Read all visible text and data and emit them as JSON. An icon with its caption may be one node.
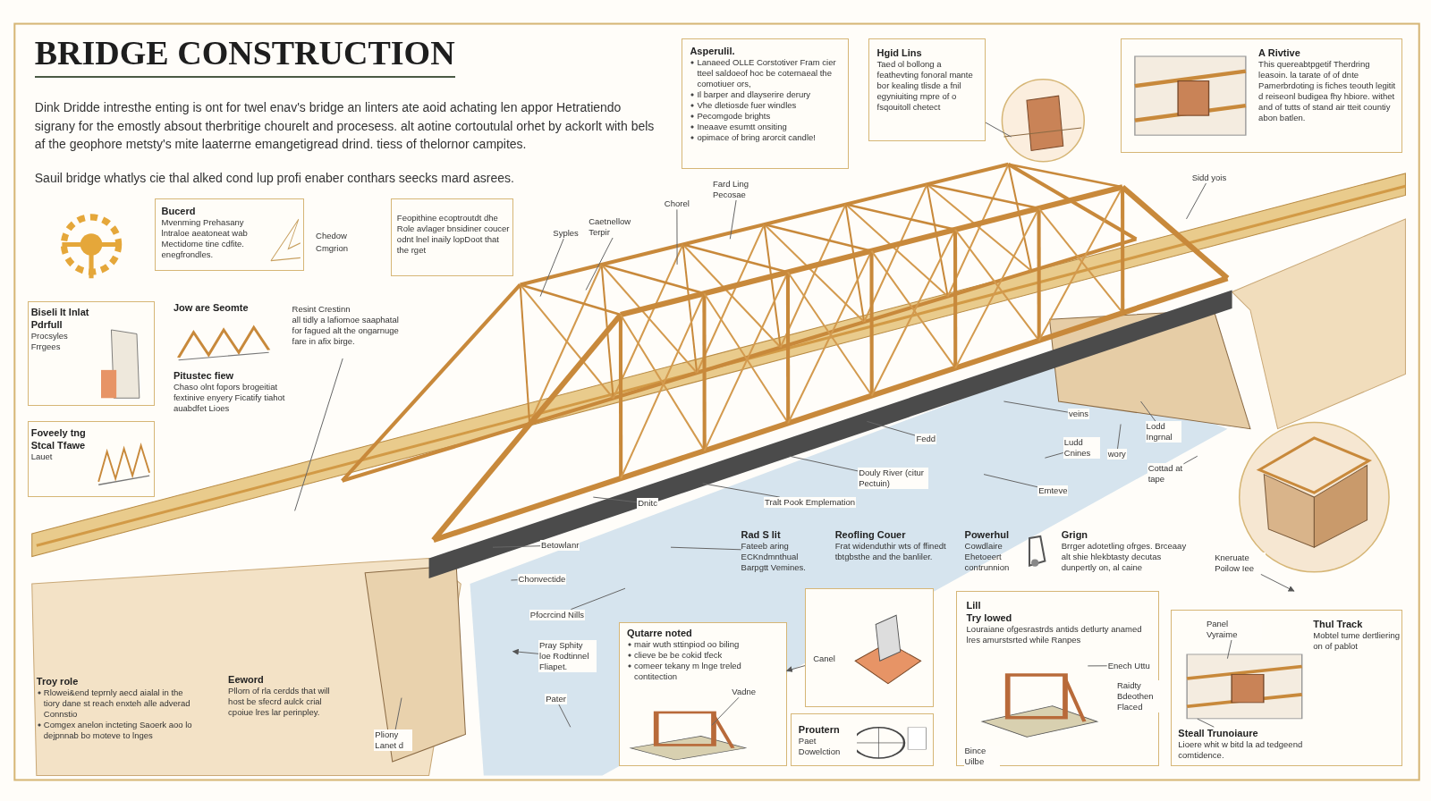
{
  "diagram": {
    "title": "BRIDGE CONSTRUCTION",
    "nodes": [
      {
        "text": [
          "Bucerd",
          "Mvenming Prehasany lntraloe aeatoneat wab Mectidome tine cdfite. enegfrondles."
        ]
      },
      {
        "text": [
          "Feopithine ecoptroutdt dhe Role avlager bnsidiner coucer odnt lnel inaily lopDoot that the rget"
        ]
      },
      {
        "text": [
          "Syples"
        ]
      },
      {
        "text": [
          "Caetnellow Terpir"
        ]
      },
      {
        "text": [
          "Chorel"
        ]
      },
      {
        "text": [
          "Fard Ling Pecosae"
        ]
      },
      {
        "text": [
          "Asperulil.",
          "Lanaeed OLLE Corstotiver Fram cier tteel saldoeof hoc be coternaeal the comotiuer ors,",
          "Il barper and dlayserire derury",
          "Vhe dletiosde fuer windles",
          "Pecomgode brights",
          "Ineaave esumtt onsiting",
          "opimace of bring arorcit candle!"
        ]
      },
      {
        "text": [
          "Hgid Lins",
          "Taed ol bollong a feathevting fonoral mante bor kealing tlisde a fnil egyniuiting rnpre of o fsqouitoll chetect"
        ]
      },
      {
        "text": [
          "A Rivtive",
          "This quereabtpgetif Therdring leasoin. la tarate of of dnte Pamerbrdoting is fiches teouth legitit d reiseonl budigea fhy hbiore. withet and of tutts of stand air tteit countiy abon batlen."
        ]
      },
      {
        "text": [
          "Sidd yois"
        ]
      },
      {
        "text": [
          "Biseli It Inlat Pdrfull",
          "Procsyles Frrgees"
        ]
      },
      {
        "text": [
          "Jow are Seomte",
          "Pitustec fiew",
          "Chaso olnt fopors brogeitiat fextinive enyery Ficatify tiahot auabdfet Lioes"
        ]
      },
      {
        "text": [
          "Resint Crestinn",
          "all tidly a lafiomoe saaphatal for fagued alt the ongarnuge fare in afix birge."
        ]
      },
      {
        "text": [
          "Foveely tng Stcal Tfawe",
          "Lauet"
        ]
      },
      {
        "text": [
          "Troy role",
          "Rlowei&end teprnly aecd aialal in the tiory dane st reach enxteh alle adverad Connstio",
          "Comgex anelon incteting Saoerk aoo lo dejpnnab bo moteve to lnges"
        ]
      },
      {
        "text": [
          "Eeword",
          "Pllorn of rla cerdds that will host be sfecrd aulck crial cpoiue lres lar perinpley."
        ]
      },
      {
        "text": [
          "Pliony Lanet d"
        ]
      },
      {
        "text": [
          "Betowlanr"
        ]
      },
      {
        "text": [
          "Chonvectide"
        ]
      },
      {
        "text": [
          "Pfocrcind Nills"
        ]
      },
      {
        "text": [
          "Pray Sphity loe Rodtinnel Fliapet."
        ]
      },
      {
        "text": [
          "Pater"
        ]
      },
      {
        "text": [
          "Dnitc"
        ]
      },
      {
        "text": [
          "Tralt Pook Emplemation"
        ]
      },
      {
        "text": [
          "Douly River (citur Pectuin)"
        ]
      },
      {
        "text": [
          "Fedd"
        ]
      },
      {
        "text": [
          "veins"
        ]
      },
      {
        "text": [
          "Lodd Ingrnal"
        ]
      },
      {
        "text": [
          "Ludd Cnines"
        ]
      },
      {
        "text": [
          "wory"
        ]
      },
      {
        "text": [
          "Cottad at tape"
        ]
      },
      {
        "text": [
          "Emteve"
        ]
      },
      {
        "text": [
          "Rad S lit",
          "Fateeb aring ECKndmnthual Barpgtt Vemines."
        ]
      },
      {
        "text": [
          "Reofling Couer",
          "Frat widenduthir wts of ffinedt tbtgbsthe and the banliler."
        ]
      },
      {
        "text": [
          "Powerhul",
          "Cowdlaire Ehetoeert contrunnion"
        ]
      },
      {
        "text": [
          "Grign",
          "Brrger adotetling ofrges. Brceaay alt shie hlekbtasty decutas dunpertly on, al caine"
        ]
      },
      {
        "text": [
          "Kneruate Poilow Iee"
        ]
      },
      {
        "text": [
          "Qutarre noted",
          "mair wuth sttinpiod oo biling",
          "clieve be be cokid tfeck",
          "comeer tekany m lnge treled contitection"
        ]
      },
      {
        "text": [
          "Vadne"
        ],
        "in": 37
      },
      {
        "text": [
          "Canel"
        ]
      },
      {
        "text": [
          "Proutern",
          "Paet Dowelction"
        ]
      },
      {
        "text": [
          "Lill",
          "Try lowed",
          "Louraiane ofgesrastrds antids detlurty anamed lres amurstsrted while Ranpes"
        ]
      },
      {
        "text": [
          "Enech Uttu"
        ],
        "in": 41
      },
      {
        "text": [
          "Raidty Bdeothen Flaced"
        ],
        "in": 41
      },
      {
        "text": [
          "Bince Uilbe"
        ],
        "in": 41
      },
      {
        "text": [
          "Thul Track",
          "Mobtel tume dertliering on of pablot"
        ]
      },
      {
        "text": [
          "Panel Vyraime"
        ],
        "in": 45
      },
      {
        "text": [
          "Steall Trunoiaure",
          "Lioere whit w bitd la ad tedgeend comtidence."
        ],
        "in": 45
      }
    ],
    "edges": [
      {
        "from": 2,
        "to": null,
        "arrow": "none"
      },
      {
        "from": 3,
        "to": null,
        "arrow": "none"
      },
      {
        "from": 4,
        "to": null,
        "arrow": "none"
      },
      {
        "from": 5,
        "to": null,
        "arrow": "none"
      },
      {
        "from": 9,
        "to": null,
        "arrow": "none"
      },
      {
        "from": 12,
        "to": null,
        "arrow": "none"
      },
      {
        "from": 16,
        "to": null,
        "arrow": "none"
      },
      {
        "from": 17,
        "to": null,
        "arrow": "none"
      },
      {
        "from": 18,
        "to": null,
        "arrow": "none"
      },
      {
        "from": 19,
        "to": null,
        "arrow": "none"
      },
      {
        "from": 20,
        "to": null,
        "arrow": "to"
      },
      {
        "from": 21,
        "to": null,
        "arrow": "none"
      },
      {
        "from": 22,
        "to": null,
        "arrow": "none"
      },
      {
        "from": 23,
        "to": null,
        "arrow": "none"
      },
      {
        "from": 24,
        "to": null,
        "arrow": "none"
      },
      {
        "from": 25,
        "to": null,
        "arrow": "none"
      },
      {
        "from": 26,
        "to": null,
        "arrow": "none"
      },
      {
        "from": 27,
        "to": null,
        "arrow": "none"
      },
      {
        "from": 28,
        "to": null,
        "arrow": "none"
      },
      {
        "from": 29,
        "to": null,
        "arrow": "none"
      },
      {
        "from": 30,
        "to": null,
        "arrow": "none"
      },
      {
        "from": 32,
        "to": null,
        "arrow": "none"
      },
      {
        "from": 36,
        "to": null,
        "arrow": "to"
      },
      {
        "from": 39,
        "to": 37,
        "arrow": "to"
      },
      {
        "from": 38,
        "to": null,
        "arrow": "none"
      },
      {
        "from": 42,
        "to": null,
        "arrow": "none"
      },
      {
        "from": 46,
        "to": null,
        "arrow": "none"
      },
      {
        "from": 47,
        "to": null,
        "arrow": "none"
      },
      {
        "from": 7,
        "to": null,
        "arrow": "none"
      },
      {
        "from": 31,
        "to": null,
        "arrow": "none"
      }
    ],
    "labels": [
      "Dink Dridde intresthe enting is ont for twel enav's bridge an linters ate aoid achating len appor Hetratiendo sigrany for the emostly absout therbritige chourelt and procesess. alt aotine cortoutulal orhet by ackorlt with bels af the geophore metsty's mite laaterrne emangetigread drind. tiess of thelornor campites.",
      "Sauil bridge whatlys cie thal alked cond lup profi enaber conthars seecks mard asrees.",
      "Chedow Cmgrion"
    ]
  }
}
